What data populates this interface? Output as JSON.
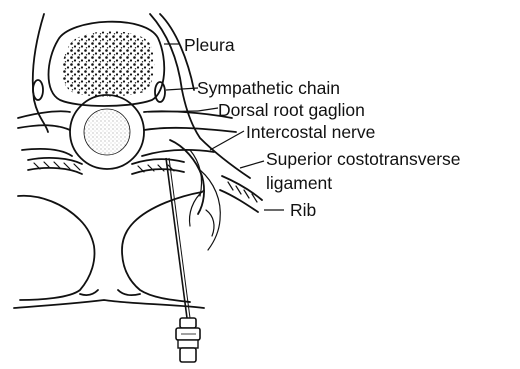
{
  "labels": {
    "pleura": "Pleura",
    "sympathetic_chain": "Sympathetic chain",
    "dorsal_root_ganglion": "Dorsal root gaglion",
    "intercostal_nerve": "Intercostal nerve",
    "superior_costotransverse_ligament_line1": "Superior costotransverse",
    "superior_costotransverse_ligament_line2": "ligament",
    "rib": "Rib"
  },
  "colors": {
    "ink": "#111111",
    "background": "#ffffff"
  }
}
